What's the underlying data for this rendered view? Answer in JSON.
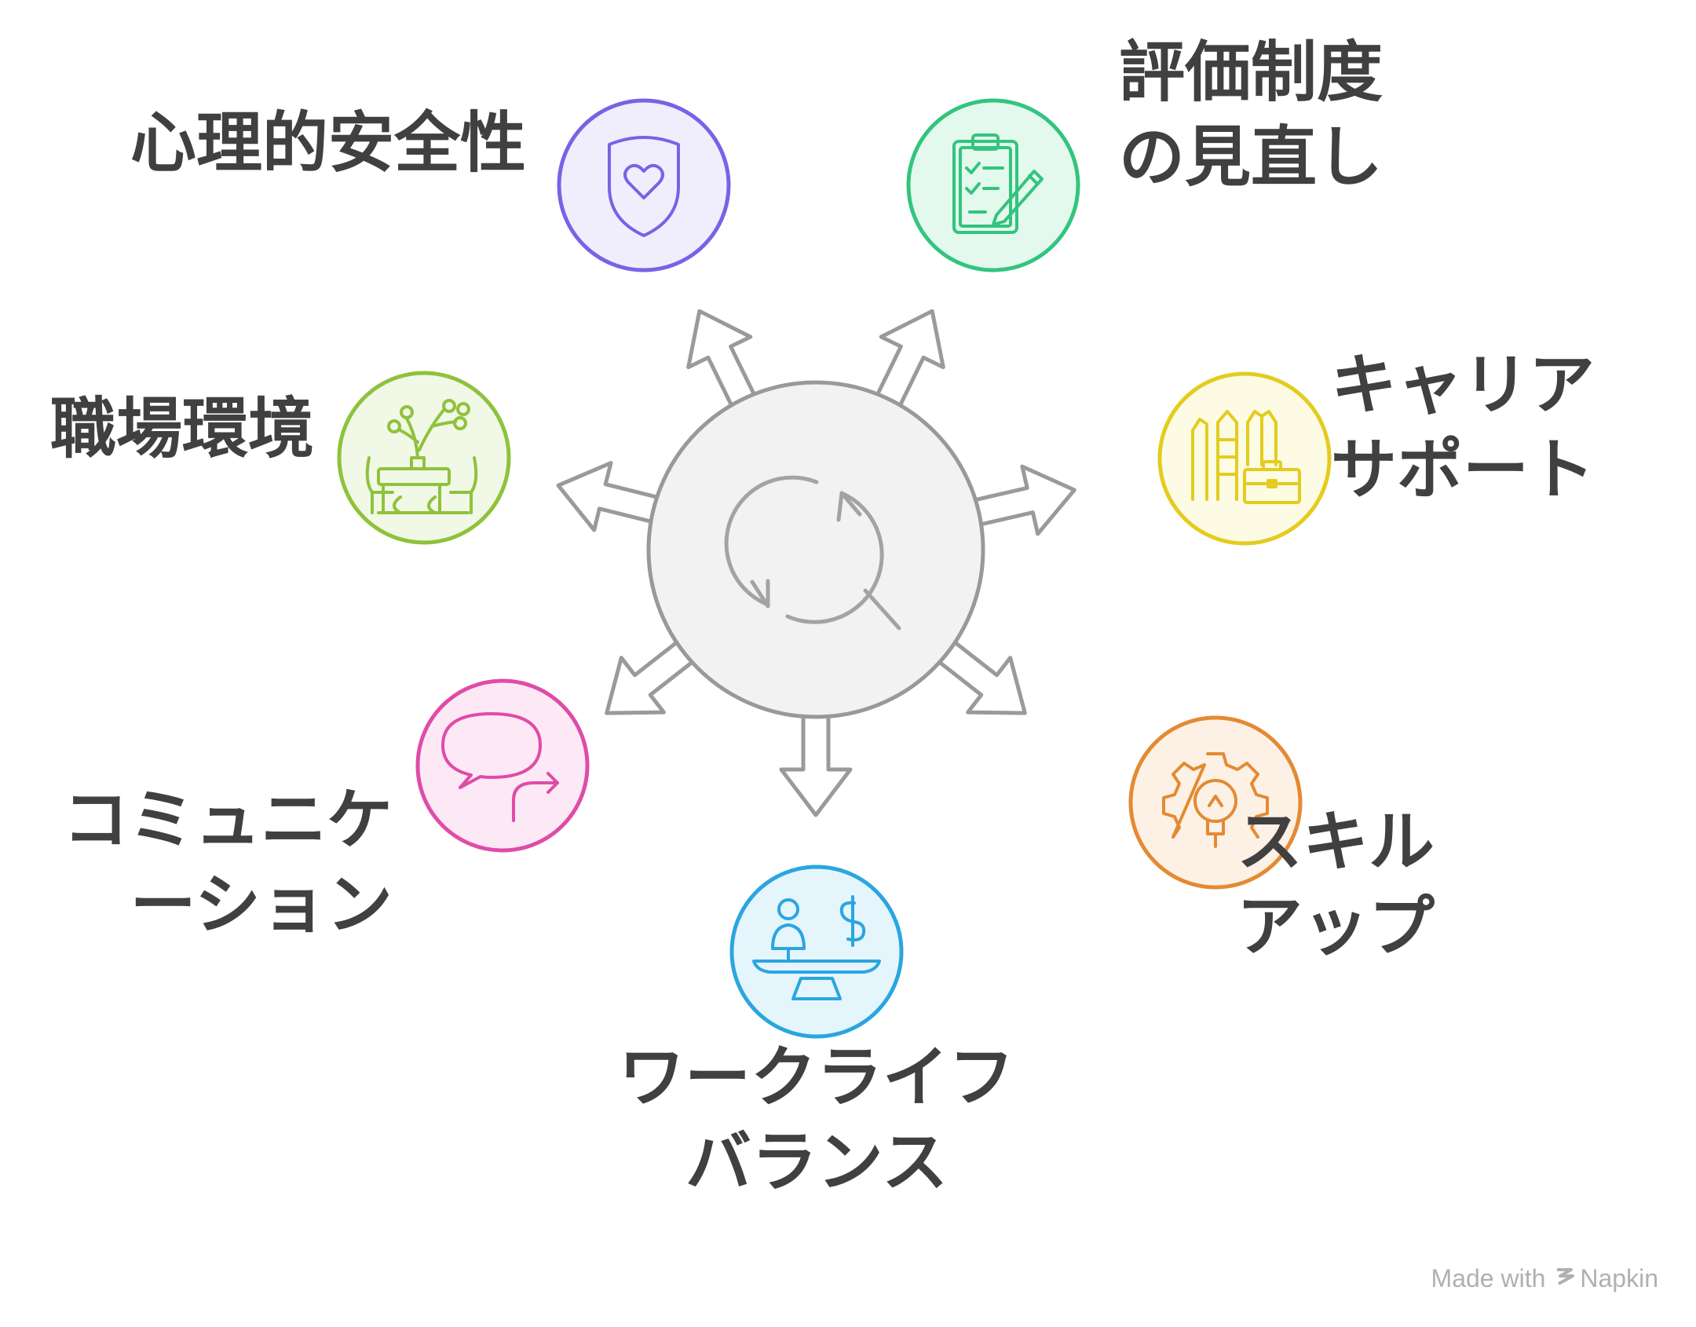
{
  "center": {
    "icon": "cycle-magnifier-icon",
    "fill": "#f2f2f2",
    "stroke": "#999999"
  },
  "nodes": [
    {
      "id": "psych-safety",
      "lines": [
        "心理的安全性"
      ],
      "icon": "shield-heart-icon",
      "color": "#7b61e6",
      "fill": "#f0eefd"
    },
    {
      "id": "evaluation",
      "lines": [
        "評価制度",
        "の見直し"
      ],
      "icon": "clipboard-pencil-icon",
      "color": "#33c47e",
      "fill": "#e3f9ee"
    },
    {
      "id": "career",
      "lines": [
        "キャリア",
        "サポート"
      ],
      "icon": "career-ladder-briefcase-icon",
      "color": "#e3cc1f",
      "fill": "#fdfbe3"
    },
    {
      "id": "skill",
      "lines": [
        "スキル",
        "アップ"
      ],
      "icon": "gear-bulb-icon",
      "color": "#e38a33",
      "fill": "#fdf1e5"
    },
    {
      "id": "worklife",
      "lines": [
        "ワークライフ",
        "バランス"
      ],
      "icon": "balance-scale-icon",
      "color": "#2aa6df",
      "fill": "#e5f5fc"
    },
    {
      "id": "communication",
      "lines": [
        "コミュニケ",
        "ーション"
      ],
      "icon": "chat-bubble-icon",
      "color": "#df4ca8",
      "fill": "#fde9f5"
    },
    {
      "id": "workplace",
      "lines": [
        "職場環境"
      ],
      "icon": "desk-plant-icon",
      "color": "#8fc23c",
      "fill": "#f1f8e6"
    }
  ],
  "footer": {
    "made_with": "Made with",
    "brand": "Napkin"
  }
}
